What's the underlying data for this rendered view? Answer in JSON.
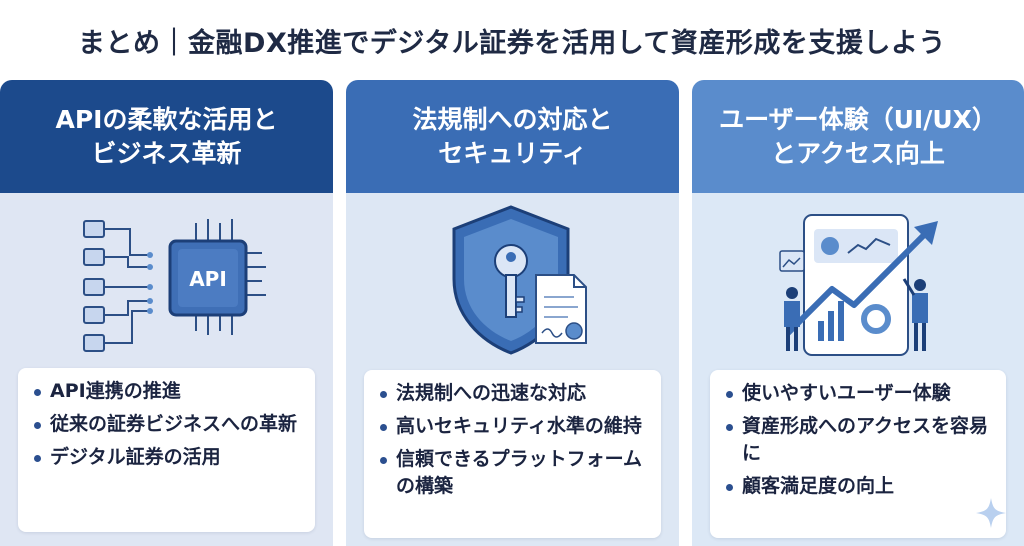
{
  "title": "まとめ｜金融DX推進でデジタル証券を活用して資産形成を支援しよう",
  "columns": [
    {
      "heading": "APIの柔軟な活用と\nビジネス革新",
      "chip_label": "API",
      "bullets": [
        "API連携の推進",
        "従来の証券ビジネスへの革新",
        "デジタル証券の活用"
      ]
    },
    {
      "heading": "法規制への対応と\nセキュリティ",
      "bullets": [
        "法規制への迅速な対応",
        "高いセキュリティ水準の維持",
        "信頼できるプラットフォームの構築"
      ]
    },
    {
      "heading": "ユーザー体験（UI/UX）\nとアクセス向上",
      "bullets": [
        "使いやすいユーザー体験",
        "資産形成へのアクセスを容易に",
        "顧客満足度の向上"
      ]
    }
  ],
  "icons": {
    "col1": "api-chip-icon",
    "col2": "security-shield-key-icon",
    "col3": "growth-chart-people-icon"
  },
  "colors": {
    "title": "#1f2a44",
    "head1": "#1c4a8c",
    "head2": "#3a6db5",
    "head3": "#5a8ccc"
  }
}
